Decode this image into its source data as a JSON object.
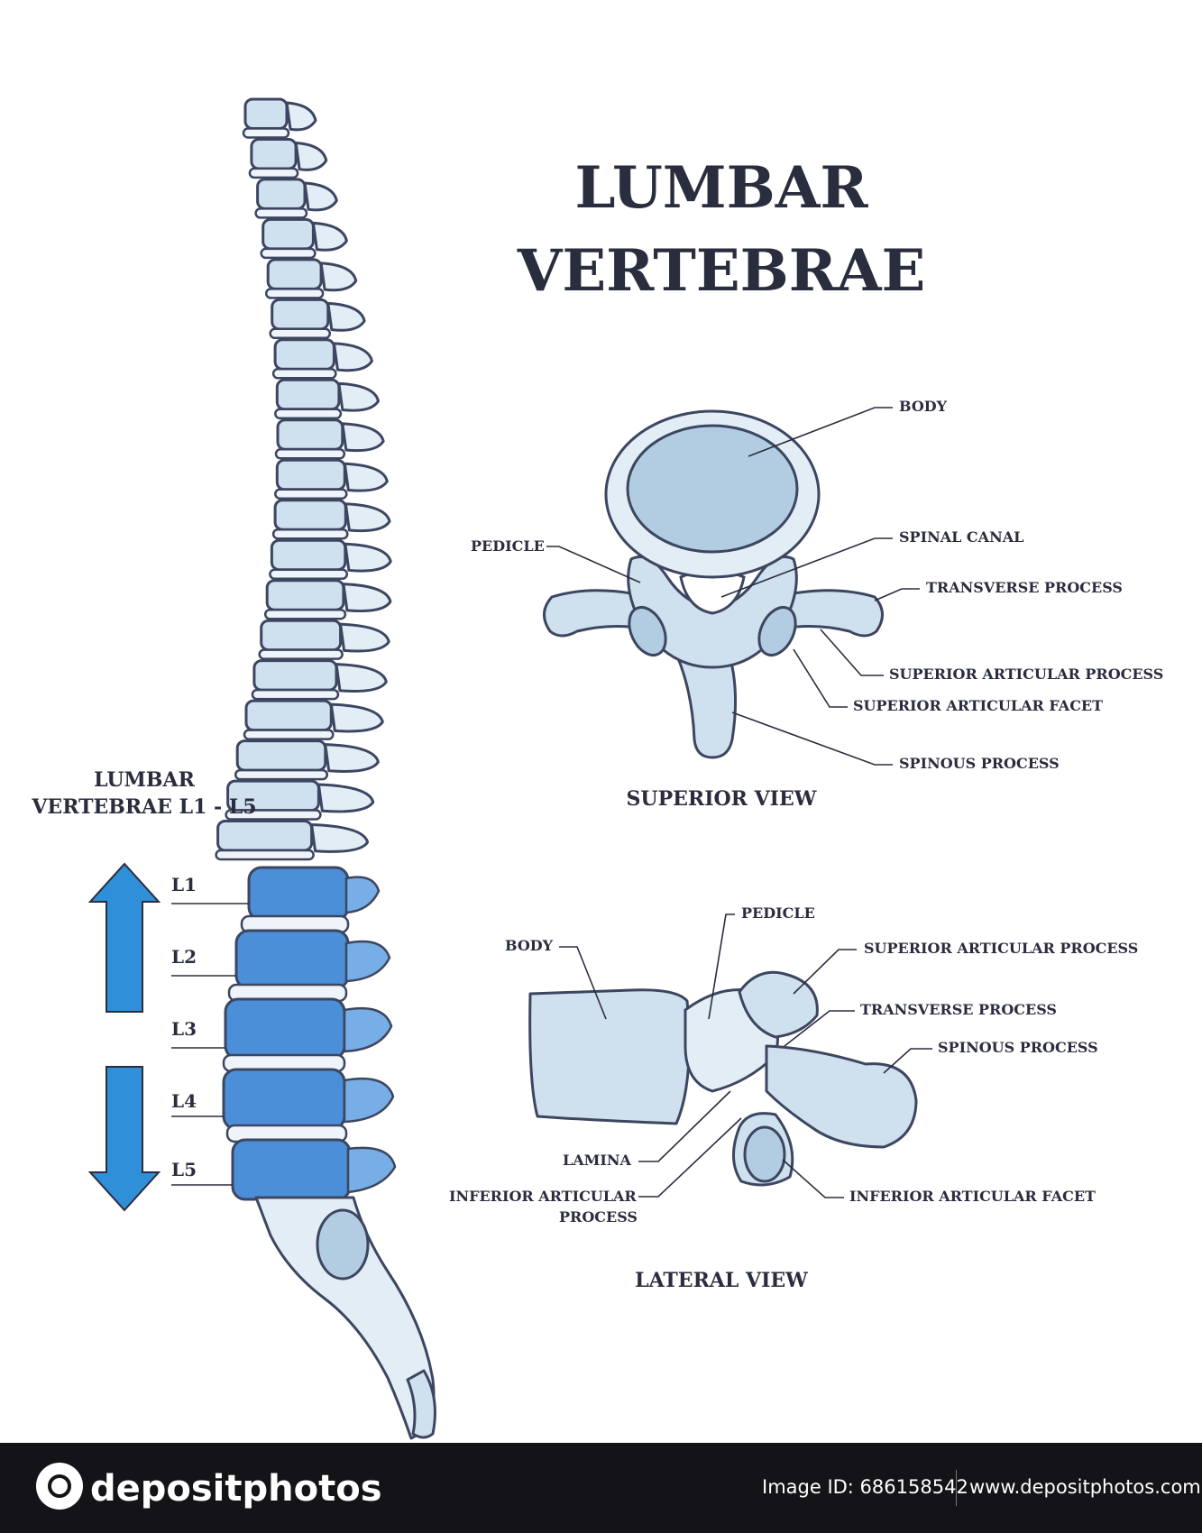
{
  "title": {
    "line1": "LUMBAR",
    "line2": "VERTEBRAE"
  },
  "spine": {
    "region_label_line1": "LUMBAR",
    "region_label_line2": "VERTEBRAE L1 - L5",
    "levels": [
      "L1",
      "L2",
      "L3",
      "L4",
      "L5"
    ]
  },
  "superior_view": {
    "caption": "SUPERIOR VIEW",
    "labels": {
      "body": "BODY",
      "pedicle": "PEDICLE",
      "spinal_canal": "SPINAL CANAL",
      "transverse_process": "TRANSVERSE PROCESS",
      "superior_articular_process": "SUPERIOR ARTICULAR PROCESS",
      "superior_articular_facet": "SUPERIOR ARTICULAR FACET",
      "spinous_process": "SPINOUS PROCESS"
    }
  },
  "lateral_view": {
    "caption": "LATERAL VIEW",
    "labels": {
      "pedicle": "PEDICLE",
      "body": "BODY",
      "superior_articular_process": "SUPERIOR ARTICULAR PROCESS",
      "transverse_process": "TRANSVERSE PROCESS",
      "spinous_process": "SPINOUS PROCESS",
      "lamina": "LAMINA",
      "inferior_articular_process_line1": "INFERIOR ARTICULAR",
      "inferior_articular_process_line2": "PROCESS",
      "inferior_articular_facet": "INFERIOR ARTICULAR FACET"
    }
  },
  "footer": {
    "brand": "depositphotos",
    "image_id": "Image ID: 686158542",
    "url": "www.depositphotos.com"
  },
  "colors": {
    "ink": "#2a2d3e",
    "bone": "#cfe0ee",
    "highlight": "#4b8fd8",
    "arrow": "#2f8fd8",
    "footer_bg": "#141418"
  }
}
